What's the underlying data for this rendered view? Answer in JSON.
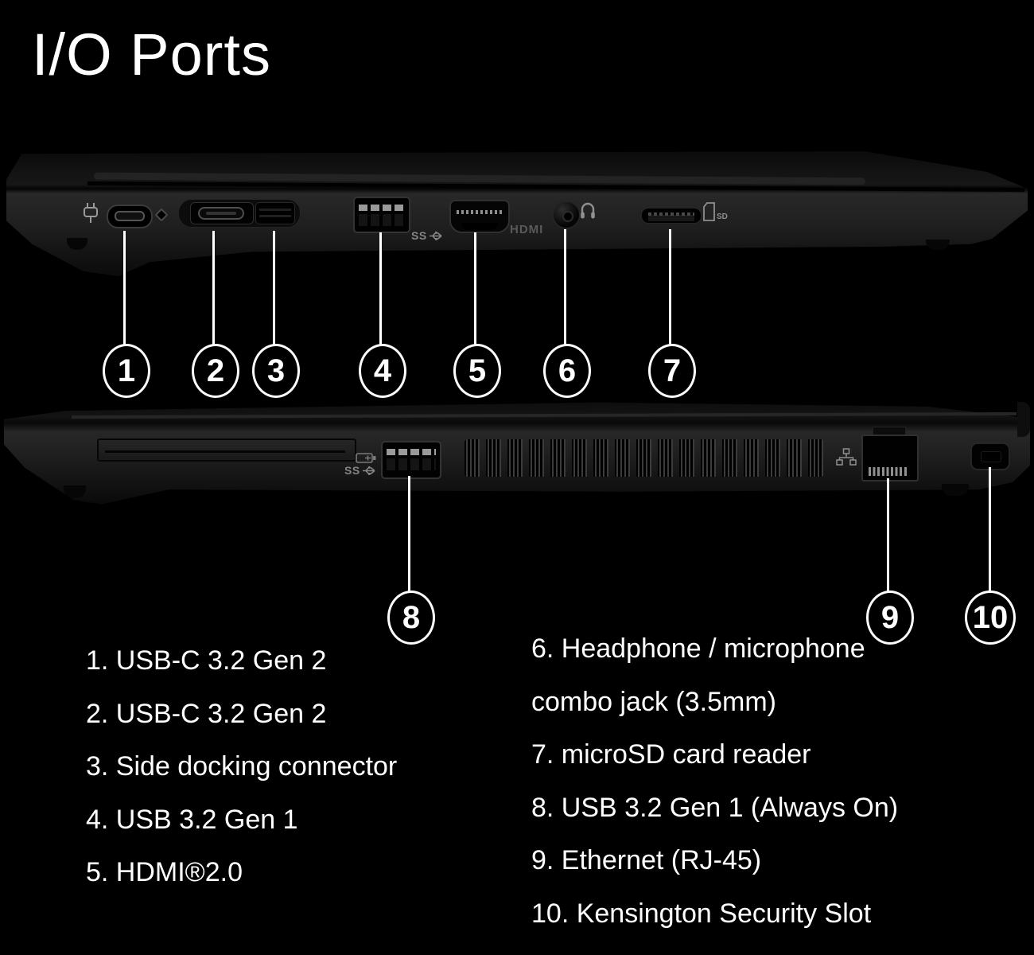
{
  "title": "I/O Ports",
  "colors": {
    "background": "#000000",
    "text": "#ffffff",
    "callout_stroke": "#ffffff",
    "laptop_body": "#222222",
    "port_marking": "#858585"
  },
  "markings": {
    "hdmi": "HDMI",
    "superspeed": "SS",
    "sd": "SD"
  },
  "callouts": {
    "top": [
      "1",
      "2",
      "3",
      "4",
      "5",
      "6",
      "7"
    ],
    "bottom": [
      "8",
      "9",
      "10"
    ]
  },
  "legend": {
    "left": [
      "1. USB-C 3.2 Gen 2",
      "2. USB-C 3.2 Gen 2",
      "3. Side docking connector",
      "4. USB 3.2 Gen 1",
      "5. HDMI®2.0"
    ],
    "right": [
      "6. Headphone / microphone",
      "combo jack (3.5mm)",
      "7. microSD card reader",
      "8. USB 3.2 Gen 1 (Always On)",
      "9. Ethernet (RJ-45)",
      "10. Kensington Security Slot"
    ]
  }
}
